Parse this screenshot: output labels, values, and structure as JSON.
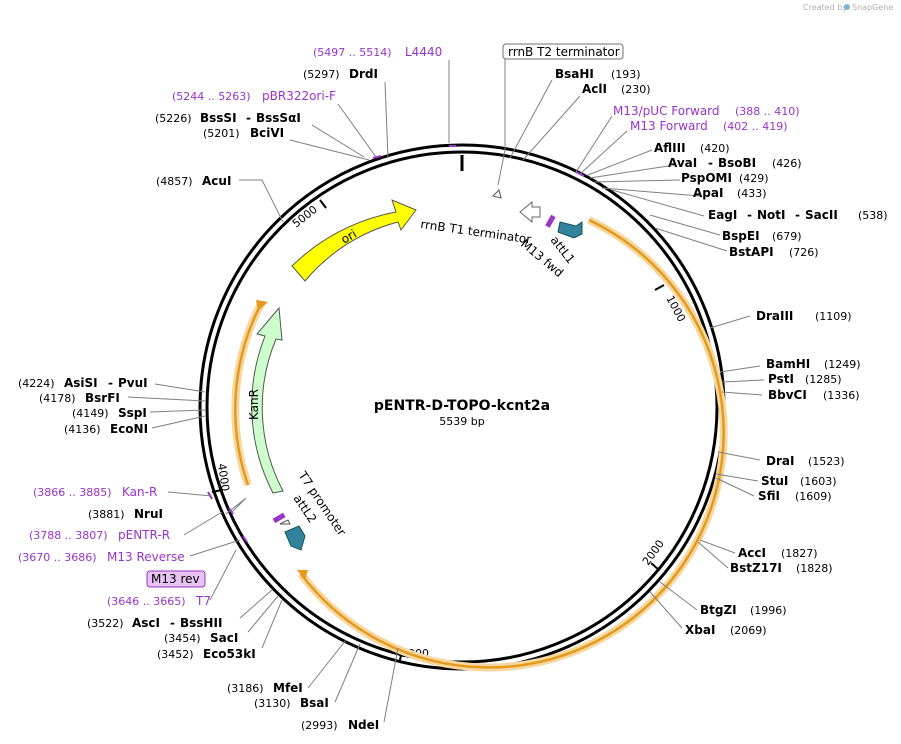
{
  "credit": "Created by",
  "credit_brand": "SnapGene",
  "map": {
    "name": "pENTR-D-TOPO-kcnt2a",
    "size_label": "5539 bp",
    "ticks": [
      "1000",
      "2000",
      "3000",
      "4000",
      "5000"
    ]
  },
  "features": {
    "ori": "ori",
    "kanr": "KanR",
    "rrnb_t1": "rrnB T1 terminator",
    "rrnb_t2": "rrnB T2 terminator",
    "attl1": "attL1",
    "m13_fwd": "M13 fwd",
    "t7_promoter": "T7 promoter",
    "attl2": "attL2",
    "m13_rev": "M13 rev"
  },
  "primers": {
    "l4440": {
      "range": "(5497 .. 5514)",
      "name": "L4440"
    },
    "pbr322": {
      "range": "(5244 .. 5263)",
      "name": "pBR322ori-F"
    },
    "m13_puc_fwd": {
      "name": "M13/pUC Forward",
      "range": "(388 .. 410)"
    },
    "m13_forward": {
      "name": "M13 Forward",
      "range": "(402 .. 419)"
    },
    "kan_r": {
      "range": "(3866 .. 3885)",
      "name": "Kan-R"
    },
    "pentr_r": {
      "range": "(3788 .. 3807)",
      "name": "pENTR-R"
    },
    "m13_reverse": {
      "range": "(3670 .. 3686)",
      "name": "M13 Reverse"
    },
    "t7": {
      "range": "(3646 .. 3665)",
      "name": "T7"
    }
  },
  "sites": {
    "drdi": {
      "pos": "(5297)",
      "name": "DrdI"
    },
    "bsssi": {
      "pos": "(5226)",
      "name": "BssSI",
      "name2": "BssSαI"
    },
    "bcivi": {
      "pos": "(5201)",
      "name": "BciVI"
    },
    "acui": {
      "pos": "(4857)",
      "name": "AcuI"
    },
    "bsahi": {
      "name": "BsaHI",
      "pos": "(193)"
    },
    "acli": {
      "name": "AclI",
      "pos": "(230)"
    },
    "aflii": {
      "name": "AflIII",
      "pos": "(420)"
    },
    "avai": {
      "name": "AvaI",
      "name2": "BsoBI",
      "pos": "(426)"
    },
    "pspomi": {
      "name": "PspOMI",
      "pos": "(429)"
    },
    "apai": {
      "name": "ApaI",
      "pos": "(433)"
    },
    "eagi": {
      "name": "EagI",
      "name2": "NotI",
      "name3": "SacII",
      "pos": "(538)"
    },
    "bspei": {
      "name": "BspEI",
      "pos": "(679)"
    },
    "bstapi": {
      "name": "BstAPI",
      "pos": "(726)"
    },
    "draiii": {
      "name": "DraIII",
      "pos": "(1109)"
    },
    "bamhi": {
      "name": "BamHI",
      "pos": "(1249)"
    },
    "psti": {
      "name": "PstI",
      "pos": "(1285)"
    },
    "bbvci": {
      "name": "BbvCI",
      "pos": "(1336)"
    },
    "drai": {
      "name": "DraI",
      "pos": "(1523)"
    },
    "stui": {
      "name": "StuI",
      "pos": "(1603)"
    },
    "sfii": {
      "name": "SfiI",
      "pos": "(1609)"
    },
    "acci": {
      "name": "AccI",
      "pos": "(1827)"
    },
    "bstz17i": {
      "name": "BstZ17I",
      "pos": "(1828)"
    },
    "btgzi": {
      "name": "BtgZI",
      "pos": "(1996)"
    },
    "xbai": {
      "name": "XbaI",
      "pos": "(2069)"
    },
    "ndei": {
      "pos": "(2993)",
      "name": "NdeI"
    },
    "bsai": {
      "pos": "(3130)",
      "name": "BsaI"
    },
    "mfei": {
      "pos": "(3186)",
      "name": "MfeI"
    },
    "asci": {
      "pos": "(3522)",
      "name": "AscI",
      "name2": "BssHII"
    },
    "saci": {
      "pos": "(3454)",
      "name": "SacI"
    },
    "eco53ki": {
      "pos": "(3452)",
      "name": "Eco53kI"
    },
    "nrui": {
      "pos": "(3881)",
      "name": "NruI"
    },
    "asisi": {
      "pos": "(4224)",
      "name": "AsiSI",
      "name2": "PvuI"
    },
    "bsrfi": {
      "pos": "(4178)",
      "name": "BsrFI"
    },
    "sspi": {
      "pos": "(4149)",
      "name": "SspI"
    },
    "econi": {
      "pos": "(4136)",
      "name": "EcoNI"
    }
  },
  "colors": {
    "ori": "#ffff00",
    "kanr": "#ccffcc",
    "att": "#31849b",
    "orf": "#f5a623",
    "primer": "#9933cc",
    "label_purple": "#9933cc"
  }
}
